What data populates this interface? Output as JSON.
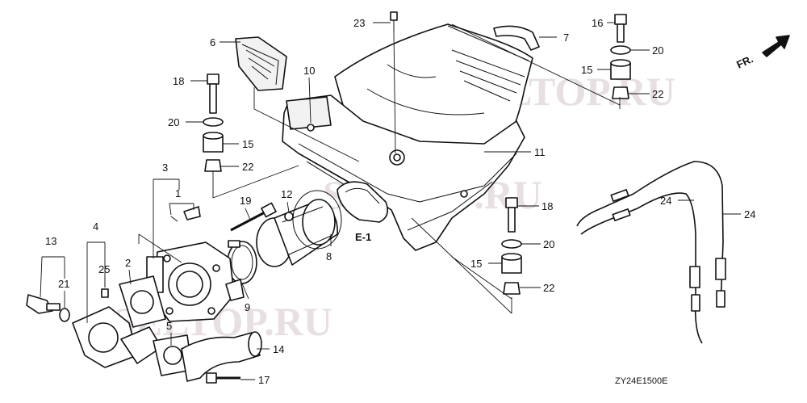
{
  "diagram": {
    "code": "ZY24E1500E",
    "direction_label": "FR.",
    "reference": "E-1",
    "watermark": "SELTOP.RU",
    "callouts": {
      "c1": "1",
      "c2": "2",
      "c3": "3",
      "c4": "4",
      "c5": "5",
      "c6": "6",
      "c7": "7",
      "c8": "8",
      "c9": "9",
      "c10": "10",
      "c11": "11",
      "c12": "12",
      "c13": "13",
      "c14": "14",
      "c15a": "15",
      "c15b": "15",
      "c15c": "15",
      "c16": "16",
      "c17": "17",
      "c18a": "18",
      "c18b": "18",
      "c19": "19",
      "c20a": "20",
      "c20b": "20",
      "c20c": "20",
      "c21": "21",
      "c22a": "22",
      "c22b": "22",
      "c22c": "22",
      "c23": "23",
      "c24a": "24",
      "c24b": "24",
      "c25": "25"
    }
  }
}
